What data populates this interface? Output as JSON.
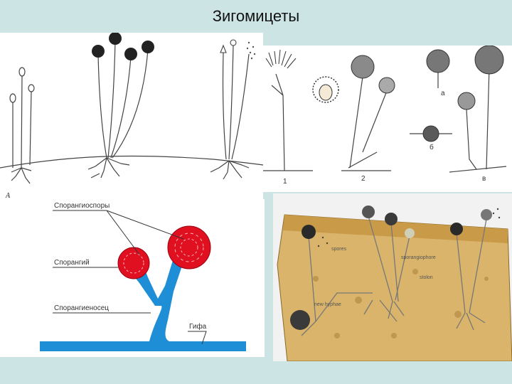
{
  "title": "Зигомицеты",
  "panel_a": {
    "letter": "А"
  },
  "panel_b": {
    "labels": [
      "1",
      "а",
      "б",
      "2",
      "в"
    ]
  },
  "panel_c": {
    "sporangiospores": "Спорангиоспоры",
    "sporangium": "Спорангий",
    "sporangiophore": "Спорангиеносец",
    "hypha": "Гифа"
  },
  "panel_d": {
    "spores": "spores",
    "sporangiophore": "sporangiophore",
    "stolon": "stolon",
    "new_hyphae": "new hyphae"
  },
  "colors": {
    "background": "#cde4e4",
    "sporangium": "#e01020",
    "hypha": "#1e8fd6",
    "bread": "#d9b46a"
  }
}
